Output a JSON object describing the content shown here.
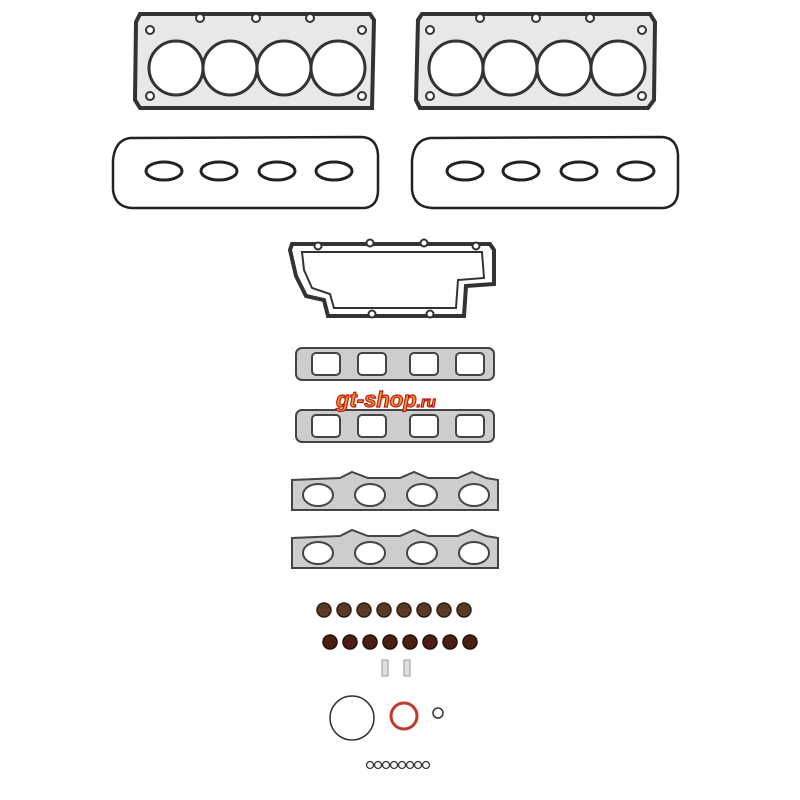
{
  "watermark": {
    "text_main": "gt-shop",
    "text_suffix": ".ru",
    "color_fill": "#f7a21b",
    "color_outline": "#c0151b"
  },
  "colors": {
    "gasket_metal": "#4a4a4a",
    "gasket_grey": "#c9c9c9",
    "seal_brown": "#5a3a22",
    "oring_red": "#c0392b",
    "background": "#ffffff"
  },
  "parts": {
    "head_gaskets": 2,
    "valve_cover_gaskets": 2,
    "intake_plenum_gaskets": 1,
    "intake_manifold_gaskets": 2,
    "exhaust_manifold_gaskets": 2,
    "valve_stem_seals": 16,
    "dowel_pins": 2,
    "o_rings_large": 3,
    "o_rings_small": 8
  }
}
